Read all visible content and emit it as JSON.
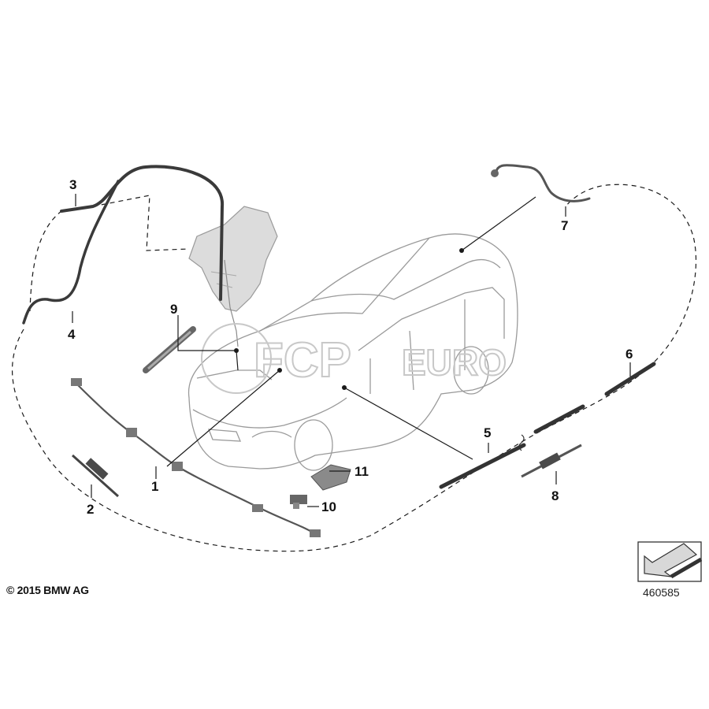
{
  "copyright": "© 2015 BMW AG",
  "diagram_number": "460585",
  "watermark": {
    "part1": "FCP",
    "part2": "EURO"
  },
  "callouts": {
    "c1": "1",
    "c2": "2",
    "c3": "3",
    "c4": "4",
    "c5": "5",
    "c6": "6",
    "c7": "7",
    "c8": "8",
    "c9": "9",
    "c10": "10",
    "c11": "11"
  },
  "colors": {
    "line": "#1a1a1a",
    "car_outline": "#9a9a9a",
    "reservoir_fill": "#dcdcdc",
    "hose": "#3a3a3a",
    "watermark": "#c8c8c8"
  },
  "icons": {
    "orientation_arrow": "arrow-down-left-icon",
    "watermark_logo": "fcp-euro-logo"
  }
}
